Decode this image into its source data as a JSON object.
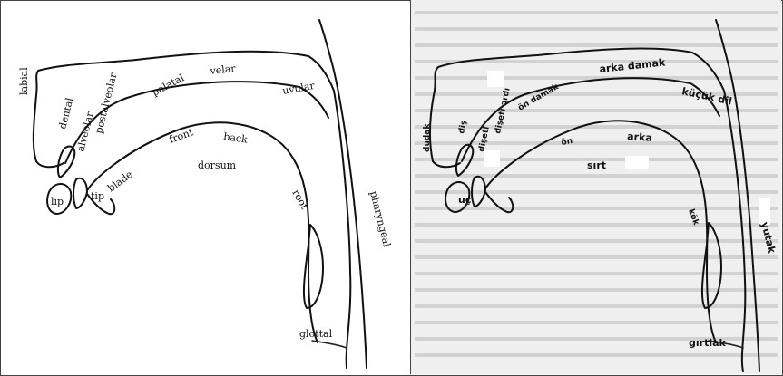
{
  "english_labels": {
    "labial": "labial",
    "dental": "dental",
    "alveolar": "alveolar",
    "postalveolar": "postalveolar",
    "palatal": "palatal",
    "velar": "velar",
    "uvular": "uvular",
    "lip": "lip",
    "tip": "tip",
    "blade": "blade",
    "front": "front",
    "back": "back",
    "dorsum": "dorsum",
    "root": "root",
    "pharyngeal": "pharyngeal",
    "glottal": "glottal"
  },
  "turkish_labels": {
    "dudak": "dudak",
    "dis": "diş",
    "dis_eti": "dişeti",
    "dis_eti_ardi": "dişeti ardı",
    "on_damak": "ön damak",
    "arka_damak": "arka damak",
    "kucuk_dil": "küçük dil",
    "uc": "uç",
    "on": "ön",
    "sirt": "sırt",
    "arka": "arka",
    "kok": "kök",
    "yutak": "yutak",
    "girtlak": "gırtlak"
  }
}
